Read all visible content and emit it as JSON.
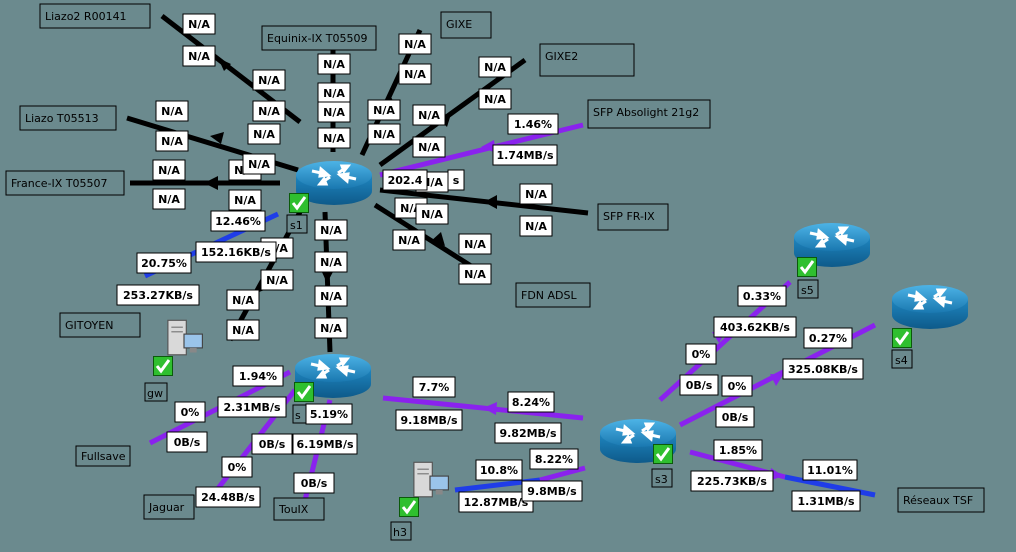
{
  "colors": {
    "background": "#6b8a8e",
    "down": "#000000",
    "low": "#8a22ee",
    "mid": "#1f3de8",
    "ok_check": "#2fbf2f",
    "router": "#1e7fb8"
  },
  "nodes": {
    "s1": {
      "label": "s1"
    },
    "s3": {
      "label": "s3"
    },
    "s4": {
      "label": "s4"
    },
    "s5": {
      "label": "s5"
    },
    "s2": {
      "label": "s"
    },
    "gw": {
      "label": "gw"
    },
    "h3": {
      "label": "h3"
    }
  },
  "peers": {
    "liazo2": "Liazo2 R00141",
    "equinix": "Equinix-IX T05509",
    "gixe": "GIXE",
    "gixe2": "GIXE2",
    "sfp_absolight": "SFP Absolight 21g2",
    "liazo": "Liazo T05513",
    "franceix": "France-IX T05507",
    "sfp_frix": "SFP FR-IX",
    "fdn": "FDN ADSL",
    "gitoyen": "GITOYEN",
    "fullsave": "Fullsave",
    "jaguar": "Jaguar",
    "touix": "TouIX",
    "reseaux_tsf": "Réseaux TSF"
  },
  "link_labels": {
    "na": "N/A",
    "absolight_in": "1.46%",
    "absolight_bw": "1.74MB/s",
    "absolight_out": "202.4",
    "absolight_out_tail": "s",
    "gitoyen_pct_a": "12.46%",
    "gitoyen_bw_a": "152.16KB/s",
    "gitoyen_pct_b": "20.75%",
    "gitoyen_bw_b": "253.27KB/s",
    "fullsave_pct_a": "1.94%",
    "fullsave_bw_a": "2.31MB/s",
    "fullsave_pct_b": "0%",
    "fullsave_bw_b": "0B/s",
    "jaguar_bw_a": "0B/s",
    "jaguar_pct_b": "0%",
    "jaguar_bw_b": "24.48B/s",
    "touix_pct": "5.19%",
    "touix_bw": "6.19MB/s",
    "touix_bw_b": "0B/s",
    "s2s3_pct_a": "7.7%",
    "s2s3_bw_a": "9.18MB/s",
    "s2s3_pct_b": "8.24%",
    "s2s3_bw_b": "9.82MB/s",
    "h3_pct_a": "10.8%",
    "h3_bw_a": "12.87MB/s",
    "h3_pct_b": "8.22%",
    "h3_bw_b": "9.8MB/s",
    "s3s5_pct_a": "0.33%",
    "s3s5_bw_a": "403.62KB/s",
    "s3s5_pct_b": "0%",
    "s3s5_bw_b": "0B/s",
    "s3s4_pct_a": "0.27%",
    "s3s4_bw_a": "325.08KB/s",
    "s3s4_pct_b": "0%",
    "s3s4_bw_b": "0B/s",
    "tsf_pct_a": "1.85%",
    "tsf_bw_a": "225.73KB/s",
    "tsf_pct_b": "11.01%",
    "tsf_bw_b": "1.31MB/s"
  }
}
